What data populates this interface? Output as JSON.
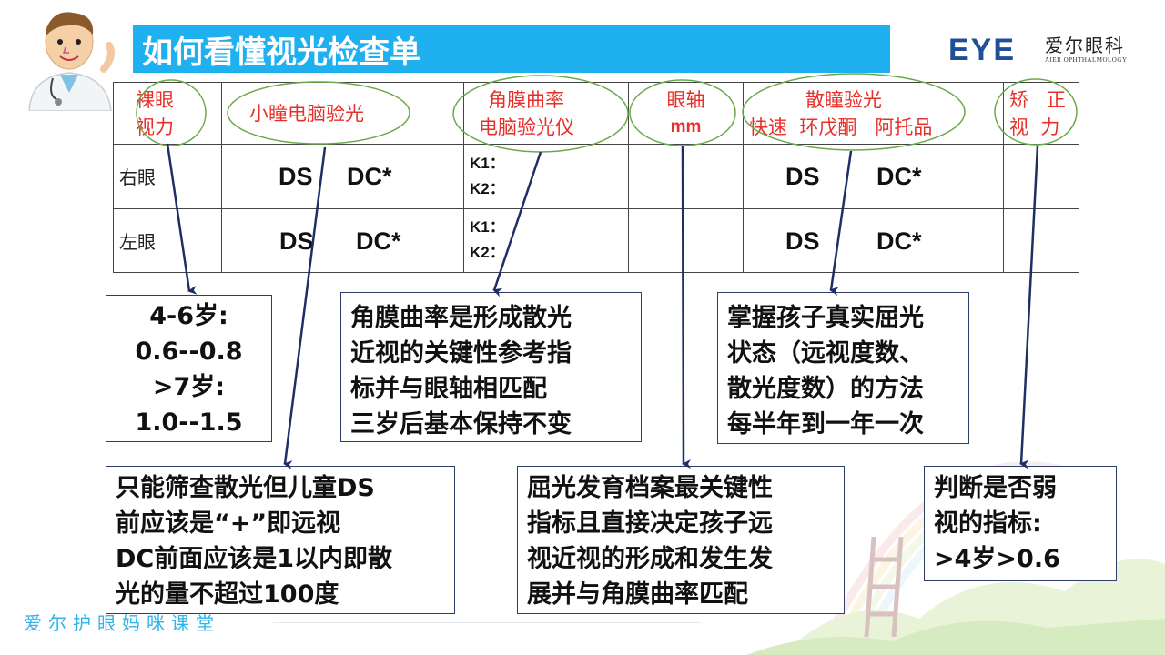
{
  "header": {
    "title": "如何看懂视光检查单",
    "logo_mark": "EYE",
    "logo_cn": "爱尔眼科",
    "logo_en": "AIER OPHTHALMOLOGY"
  },
  "table": {
    "headers": {
      "naked_vision": [
        "裸眼",
        "视力"
      ],
      "small_pupil": "小瞳电脑验光",
      "corneal": [
        "角膜曲率",
        "电脑验光仪"
      ],
      "axis": [
        "眼轴",
        "mm"
      ],
      "dilated": [
        "散瞳验光",
        "快速  环戊酮   阿托品"
      ],
      "corrected": [
        "矫   正",
        "视  力"
      ]
    },
    "rows": [
      {
        "label": "右眼",
        "ds": "DS",
        "dc": "DC*",
        "k1": "K1：",
        "k2": "K2：",
        "ds2": "DS",
        "dc2": "DC*"
      },
      {
        "label": "左眼",
        "ds": "DS",
        "dc": "DC*",
        "k1": "K1：",
        "k2": "K2：",
        "ds2": "DS",
        "dc2": "DC*"
      }
    ]
  },
  "boxes": {
    "age_vision": [
      "4-6岁:",
      "0.6--0.8",
      ">7岁:",
      "1.0--1.5"
    ],
    "corneal_note": [
      "角膜曲率是形成散光",
      "近视的关键性参考指",
      "标并与眼轴相匹配",
      "三岁后基本保持不变"
    ],
    "refraction_note": [
      "掌握孩子真实屈光",
      "状态（远视度数、",
      "散光度数）的方法",
      "每半年到一年一次"
    ],
    "screening_note": [
      "只能筛查散光但儿童DS",
      "前应该是“+”即远视",
      "DC前面应该是1以内即散",
      "光的量不超过100度"
    ],
    "axis_note": [
      "屈光发育档案最关键性",
      "指标且直接决定孩子远",
      "视近视的形成和发生发",
      "展并与角膜曲率匹配"
    ],
    "amblyopia_note": [
      "判断是否弱",
      "视的指标:",
      ">4岁>0.6"
    ]
  },
  "footer": {
    "text": "爱尔护眼妈咪课堂"
  },
  "colors": {
    "title_bg": "#1fb0f0",
    "header_red": "#e8302a",
    "ellipse_green": "#6aaa4a",
    "arrow_navy": "#1e2f66",
    "footer_blue": "#2fb4ea",
    "logo_blue": "#1f4f96"
  }
}
